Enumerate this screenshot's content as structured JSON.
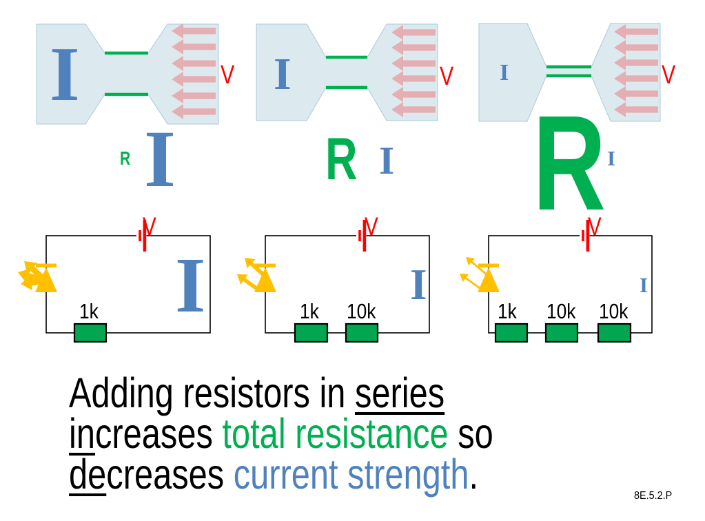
{
  "panels": [
    {
      "current": "I",
      "resistance": "R",
      "voltage": "V"
    },
    {
      "current": "I",
      "resistance": "R",
      "voltage": "V"
    },
    {
      "current": "I",
      "resistance": "R",
      "voltage": "V"
    }
  ],
  "circuits": [
    {
      "voltage": "V",
      "current": "I",
      "resistors": [
        "1k"
      ]
    },
    {
      "voltage": "V",
      "current": "I",
      "resistors": [
        "1k",
        "10k"
      ]
    },
    {
      "voltage": "V",
      "current": "I",
      "resistors": [
        "1k",
        "10k",
        "10k"
      ]
    }
  ],
  "caption": {
    "line1_pre": "Adding resistors in ",
    "line1_underlined": "series",
    "line2_underlined_prefix": "in",
    "line2_rest": "creases ",
    "line2_green": "total resistance",
    "line2_post": " so",
    "line3_underlined_prefix": "de",
    "line3_rest": "creases ",
    "line3_blue": "current strength",
    "line3_post": "."
  },
  "footer_code": "8E.5.2.P",
  "colors": {
    "current_blue": "#4f81bd",
    "resistance_green": "#00b050",
    "voltage_red": "#ff0000",
    "led_orange": "#ffc000",
    "resistor_fill": "#00a651",
    "channel_fill": "#dce9ef",
    "channel_stroke": "#a9cbd8",
    "flow_arrow_pink": "#e5aeb2"
  }
}
